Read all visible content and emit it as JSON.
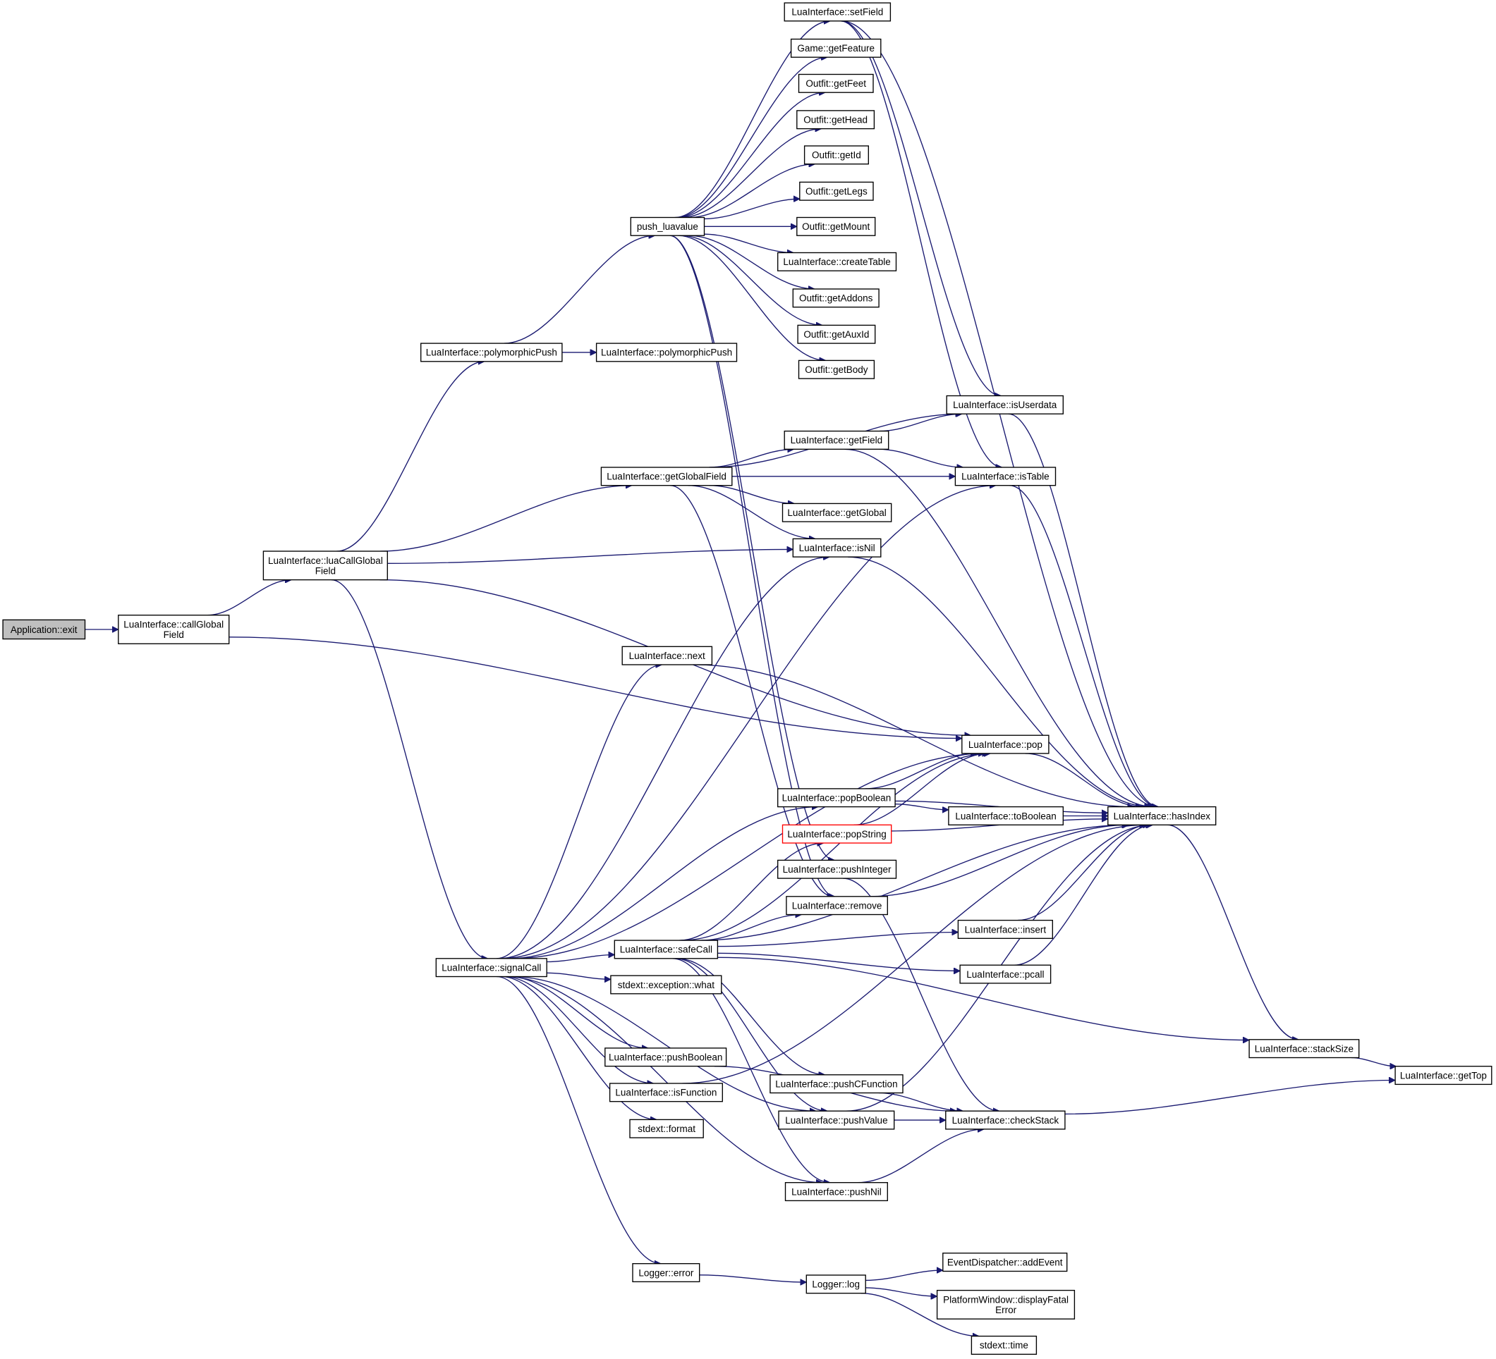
{
  "diagram": {
    "type": "call-graph",
    "nodes": [
      {
        "id": "app_exit",
        "label": "Application::exit",
        "style": "root"
      },
      {
        "id": "callGlobalField",
        "label": "LuaInterface::callGlobal\nField"
      },
      {
        "id": "luaCallGlobalField",
        "label": "LuaInterface::luaCallGlobal\nField"
      },
      {
        "id": "polymorphicPush1",
        "label": "LuaInterface::polymorphicPush"
      },
      {
        "id": "polymorphicPush2",
        "label": "LuaInterface::polymorphicPush"
      },
      {
        "id": "push_luavalue",
        "label": "push_luavalue"
      },
      {
        "id": "setField",
        "label": "LuaInterface::setField"
      },
      {
        "id": "getFeature",
        "label": "Game::getFeature"
      },
      {
        "id": "getFeet",
        "label": "Outfit::getFeet"
      },
      {
        "id": "getHead",
        "label": "Outfit::getHead"
      },
      {
        "id": "getId",
        "label": "Outfit::getId"
      },
      {
        "id": "getLegs",
        "label": "Outfit::getLegs"
      },
      {
        "id": "getMount",
        "label": "Outfit::getMount"
      },
      {
        "id": "createTable",
        "label": "LuaInterface::createTable"
      },
      {
        "id": "getAddons",
        "label": "Outfit::getAddons"
      },
      {
        "id": "getAuxId",
        "label": "Outfit::getAuxId"
      },
      {
        "id": "getBody",
        "label": "Outfit::getBody"
      },
      {
        "id": "getGlobalField",
        "label": "LuaInterface::getGlobalField"
      },
      {
        "id": "isUserdata",
        "label": "LuaInterface::isUserdata"
      },
      {
        "id": "getField",
        "label": "LuaInterface::getField"
      },
      {
        "id": "isTable",
        "label": "LuaInterface::isTable"
      },
      {
        "id": "getGlobal",
        "label": "LuaInterface::getGlobal"
      },
      {
        "id": "isNil",
        "label": "LuaInterface::isNil"
      },
      {
        "id": "next",
        "label": "LuaInterface::next"
      },
      {
        "id": "pop",
        "label": "LuaInterface::pop"
      },
      {
        "id": "popBoolean",
        "label": "LuaInterface::popBoolean"
      },
      {
        "id": "toBoolean",
        "label": "LuaInterface::toBoolean"
      },
      {
        "id": "hasIndex",
        "label": "LuaInterface::hasIndex"
      },
      {
        "id": "popString",
        "label": "LuaInterface::popString",
        "style": "missing"
      },
      {
        "id": "pushInteger",
        "label": "LuaInterface::pushInteger"
      },
      {
        "id": "remove",
        "label": "LuaInterface::remove"
      },
      {
        "id": "insert",
        "label": "LuaInterface::insert"
      },
      {
        "id": "signalCall",
        "label": "LuaInterface::signalCall"
      },
      {
        "id": "safeCall",
        "label": "LuaInterface::safeCall"
      },
      {
        "id": "pcall",
        "label": "LuaInterface::pcall"
      },
      {
        "id": "what",
        "label": "stdext::exception::what"
      },
      {
        "id": "stackSize",
        "label": "LuaInterface::stackSize"
      },
      {
        "id": "getTop",
        "label": "LuaInterface::getTop"
      },
      {
        "id": "pushBoolean",
        "label": "LuaInterface::pushBoolean"
      },
      {
        "id": "pushCFunction",
        "label": "LuaInterface::pushCFunction"
      },
      {
        "id": "isFunction",
        "label": "LuaInterface::isFunction"
      },
      {
        "id": "pushValue",
        "label": "LuaInterface::pushValue"
      },
      {
        "id": "checkStack",
        "label": "LuaInterface::checkStack"
      },
      {
        "id": "format",
        "label": "stdext::format"
      },
      {
        "id": "pushNil",
        "label": "LuaInterface::pushNil"
      },
      {
        "id": "loggerError",
        "label": "Logger::error"
      },
      {
        "id": "loggerLog",
        "label": "Logger::log"
      },
      {
        "id": "addEvent",
        "label": "EventDispatcher::addEvent"
      },
      {
        "id": "displayFatalError",
        "label": "PlatformWindow::displayFatal\nError"
      },
      {
        "id": "time",
        "label": "stdext::time"
      }
    ],
    "edges": [
      [
        "app_exit",
        "callGlobalField"
      ],
      [
        "callGlobalField",
        "luaCallGlobalField"
      ],
      [
        "callGlobalField",
        "pop"
      ],
      [
        "luaCallGlobalField",
        "polymorphicPush1"
      ],
      [
        "luaCallGlobalField",
        "getGlobalField"
      ],
      [
        "luaCallGlobalField",
        "isNil"
      ],
      [
        "luaCallGlobalField",
        "pop"
      ],
      [
        "luaCallGlobalField",
        "signalCall"
      ],
      [
        "polymorphicPush1",
        "push_luavalue"
      ],
      [
        "polymorphicPush1",
        "polymorphicPush2"
      ],
      [
        "push_luavalue",
        "setField"
      ],
      [
        "push_luavalue",
        "getFeature"
      ],
      [
        "push_luavalue",
        "getFeet"
      ],
      [
        "push_luavalue",
        "getHead"
      ],
      [
        "push_luavalue",
        "getId"
      ],
      [
        "push_luavalue",
        "getLegs"
      ],
      [
        "push_luavalue",
        "getMount"
      ],
      [
        "push_luavalue",
        "createTable"
      ],
      [
        "push_luavalue",
        "getAddons"
      ],
      [
        "push_luavalue",
        "getAuxId"
      ],
      [
        "push_luavalue",
        "getBody"
      ],
      [
        "push_luavalue",
        "pushInteger"
      ],
      [
        "push_luavalue",
        "remove"
      ],
      [
        "setField",
        "isUserdata"
      ],
      [
        "setField",
        "isTable"
      ],
      [
        "setField",
        "hasIndex"
      ],
      [
        "getGlobalField",
        "isUserdata"
      ],
      [
        "getGlobalField",
        "getField"
      ],
      [
        "getGlobalField",
        "isTable"
      ],
      [
        "getGlobalField",
        "getGlobal"
      ],
      [
        "getGlobalField",
        "isNil"
      ],
      [
        "getGlobalField",
        "remove"
      ],
      [
        "getField",
        "isUserdata"
      ],
      [
        "getField",
        "isTable"
      ],
      [
        "getField",
        "hasIndex"
      ],
      [
        "isUserdata",
        "hasIndex"
      ],
      [
        "isTable",
        "hasIndex"
      ],
      [
        "isNil",
        "hasIndex"
      ],
      [
        "next",
        "hasIndex"
      ],
      [
        "pop",
        "hasIndex"
      ],
      [
        "popBoolean",
        "pop"
      ],
      [
        "popBoolean",
        "toBoolean"
      ],
      [
        "popBoolean",
        "hasIndex"
      ],
      [
        "toBoolean",
        "hasIndex"
      ],
      [
        "popString",
        "pop"
      ],
      [
        "popString",
        "hasIndex"
      ],
      [
        "pushInteger",
        "checkStack"
      ],
      [
        "remove",
        "hasIndex"
      ],
      [
        "insert",
        "hasIndex"
      ],
      [
        "pcall",
        "hasIndex"
      ],
      [
        "hasIndex",
        "stackSize"
      ],
      [
        "stackSize",
        "getTop"
      ],
      [
        "checkStack",
        "getTop"
      ],
      [
        "signalCall",
        "isNil"
      ],
      [
        "signalCall",
        "isTable"
      ],
      [
        "signalCall",
        "next"
      ],
      [
        "signalCall",
        "pop"
      ],
      [
        "signalCall",
        "popBoolean"
      ],
      [
        "signalCall",
        "safeCall"
      ],
      [
        "signalCall",
        "what"
      ],
      [
        "signalCall",
        "pushBoolean"
      ],
      [
        "signalCall",
        "isFunction"
      ],
      [
        "signalCall",
        "format"
      ],
      [
        "signalCall",
        "pushNil"
      ],
      [
        "signalCall",
        "loggerError"
      ],
      [
        "signalCall",
        "pushValue"
      ],
      [
        "safeCall",
        "pop"
      ],
      [
        "safeCall",
        "popString"
      ],
      [
        "safeCall",
        "remove"
      ],
      [
        "safeCall",
        "insert"
      ],
      [
        "safeCall",
        "pcall"
      ],
      [
        "safeCall",
        "hasIndex"
      ],
      [
        "safeCall",
        "stackSize"
      ],
      [
        "safeCall",
        "pushCFunction"
      ],
      [
        "safeCall",
        "pushValue"
      ],
      [
        "safeCall",
        "pushNil"
      ],
      [
        "pushBoolean",
        "checkStack"
      ],
      [
        "pushCFunction",
        "checkStack"
      ],
      [
        "pushValue",
        "checkStack"
      ],
      [
        "pushValue",
        "hasIndex"
      ],
      [
        "pushNil",
        "checkStack"
      ],
      [
        "isFunction",
        "hasIndex"
      ],
      [
        "loggerError",
        "loggerLog"
      ],
      [
        "loggerLog",
        "addEvent"
      ],
      [
        "loggerLog",
        "displayFatalError"
      ],
      [
        "loggerLog",
        "time"
      ]
    ]
  }
}
